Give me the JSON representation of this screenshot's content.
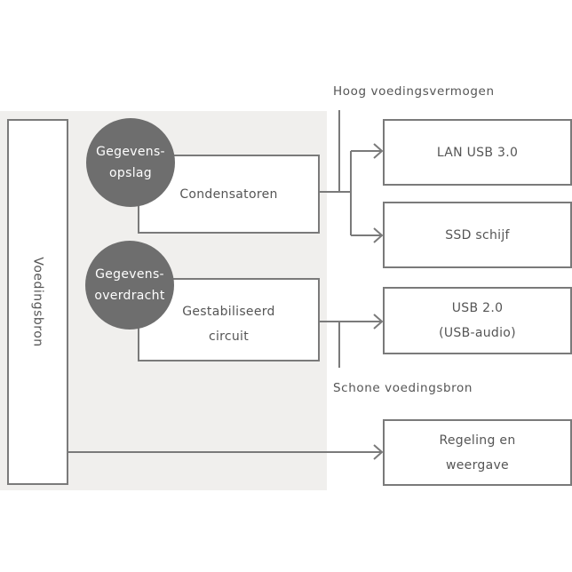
{
  "diagram": {
    "power_source": {
      "label": "Voedingsbron"
    },
    "circles": [
      {
        "line1": "Gegevens-",
        "line2": "opslag"
      },
      {
        "line1": "Gegevens-",
        "line2": "overdracht"
      }
    ],
    "blocks": [
      {
        "line1": "Condensatoren",
        "line2": ""
      },
      {
        "line1": "Gestabiliseerd",
        "line2": "circuit"
      }
    ],
    "outputs": [
      {
        "line1": "LAN USB 3.0",
        "line2": ""
      },
      {
        "line1": "SSD schijf",
        "line2": ""
      },
      {
        "line1": "USB 2.0",
        "line2": "(USB-audio)"
      },
      {
        "line1": "Regeling en",
        "line2": "weergave"
      }
    ],
    "annotations": {
      "high_power": "Hoog voedingsvermogen",
      "clean_power": "Schone voedingsbron"
    },
    "colors": {
      "line": "#7a7a7a",
      "circle": "#6e6e6e",
      "panel": "#f0efed",
      "text": "#555555"
    }
  }
}
